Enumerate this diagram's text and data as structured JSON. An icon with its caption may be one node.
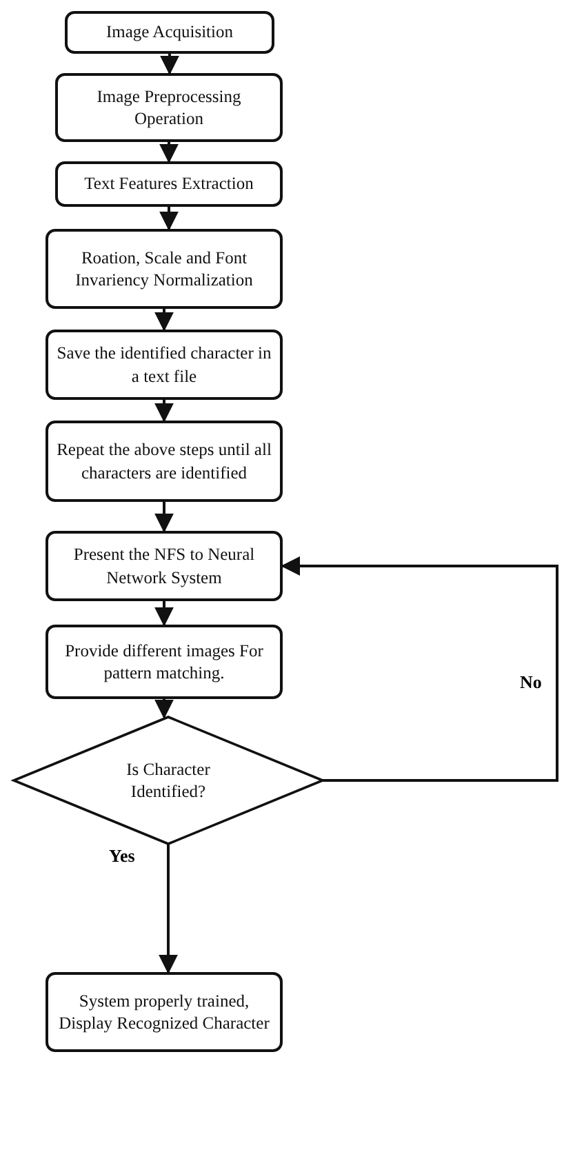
{
  "diagram": {
    "nodes": [
      {
        "text": [
          "Image Acquisition"
        ]
      },
      {
        "text": [
          "Image Preprocessing Operation"
        ]
      },
      {
        "text": [
          "Text Features Extraction"
        ]
      },
      {
        "text": [
          "Roation, Scale and Font Invariency Normalization"
        ]
      },
      {
        "text": [
          "Save the identified character in a text file"
        ]
      },
      {
        "text": [
          "Repeat the above steps until all characters are identified"
        ]
      },
      {
        "text": [
          "Present the NFS to Neural Network System"
        ]
      },
      {
        "text": [
          "Provide different images For pattern matching."
        ]
      },
      {
        "text": [
          "Is Character Identified?"
        ]
      },
      {
        "text": [
          "System properly trained, Display Recognized Character"
        ]
      }
    ],
    "edges": [
      {
        "from": 0,
        "to": 1,
        "arrow": "to"
      },
      {
        "from": 1,
        "to": 2,
        "arrow": "to"
      },
      {
        "from": 2,
        "to": 3,
        "arrow": "to"
      },
      {
        "from": 3,
        "to": 4,
        "arrow": "to"
      },
      {
        "from": 4,
        "to": 5,
        "arrow": "to"
      },
      {
        "from": 5,
        "to": 6,
        "arrow": "to"
      },
      {
        "from": 6,
        "to": 7,
        "arrow": "to"
      },
      {
        "from": 7,
        "to": 8,
        "arrow": "to"
      },
      {
        "from": 8,
        "to": 9,
        "arrow": "to",
        "label": "Yes"
      },
      {
        "from": 8,
        "to": 6,
        "arrow": "to",
        "label": "No"
      }
    ]
  }
}
